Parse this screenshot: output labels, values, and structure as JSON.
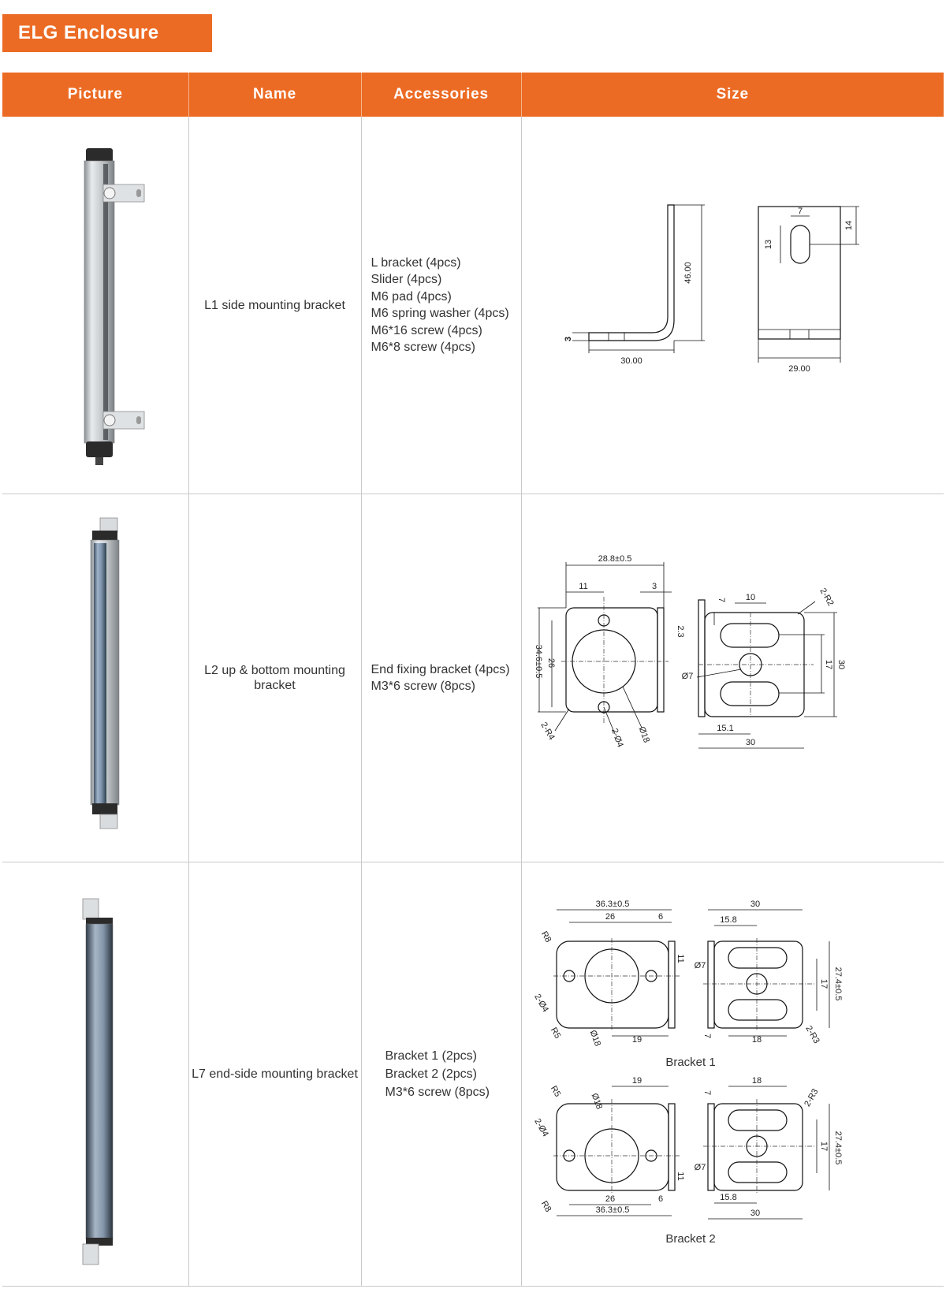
{
  "section_title": "ELG Enclosure",
  "colors": {
    "accent": "#ec6b24",
    "grid": "#c9c9c9"
  },
  "table": {
    "headers": [
      "Picture",
      "Name",
      "Accessories",
      "Size"
    ],
    "rows": [
      {
        "picture_icon": "light-curtain-with-side-brackets-photo",
        "name": "L1 side mounting bracket",
        "accessories": [
          "L bracket (4pcs)",
          "Slider (4pcs)",
          "M6 pad (4pcs)",
          "M6 spring washer (4pcs)",
          "M6*16 screw (4pcs)",
          "M6*8 screw (4pcs)"
        ],
        "dims": {
          "width": "30.00",
          "height": "46.00",
          "thickness": "3",
          "plate_width": "29.00",
          "slot_w": "7",
          "slot_h": "13",
          "slot_off": "14"
        }
      },
      {
        "picture_icon": "light-curtain-with-end-brackets-photo",
        "name": "L2 up & bottom mounting bracket",
        "accessories": [
          "End fixing bracket (4pcs)",
          "M3*6 screw (8pcs)"
        ],
        "dims": {
          "top_w": "28.8±0.5",
          "d11": "11",
          "d3": "3",
          "d23": "2.3",
          "h": "34.6±0.5",
          "d26": "26",
          "r4": "2-R4",
          "h4": "2-Ø4",
          "d18": "Ø18",
          "d7": "7",
          "d10": "10",
          "r2": "2-R2",
          "d30v": "30",
          "d17": "17",
          "o7": "Ø7",
          "d151": "15.1",
          "d30": "30"
        }
      },
      {
        "picture_icon": "light-curtain-with-end-side-brackets-photo",
        "name": "L7 end-side mounting bracket",
        "accessories": [
          "Bracket 1 (2pcs)",
          "Bracket 2 (2pcs)",
          "M3*6 screw (8pcs)"
        ],
        "dims": {
          "w363": "36.3±0.5",
          "d26": "26",
          "d6": "6",
          "r8": "R8",
          "d11": "11",
          "h4": "2-Ø4",
          "r5": "R5",
          "d18o": "Ø18",
          "d19": "19",
          "d30": "30",
          "d158": "15.8",
          "o7": "Ø7",
          "d274": "27.4±0.5",
          "d17": "17",
          "d7": "7",
          "d18": "18",
          "r3": "2-R3"
        },
        "captions": [
          "Bracket 1",
          "Bracket 2"
        ]
      }
    ]
  }
}
